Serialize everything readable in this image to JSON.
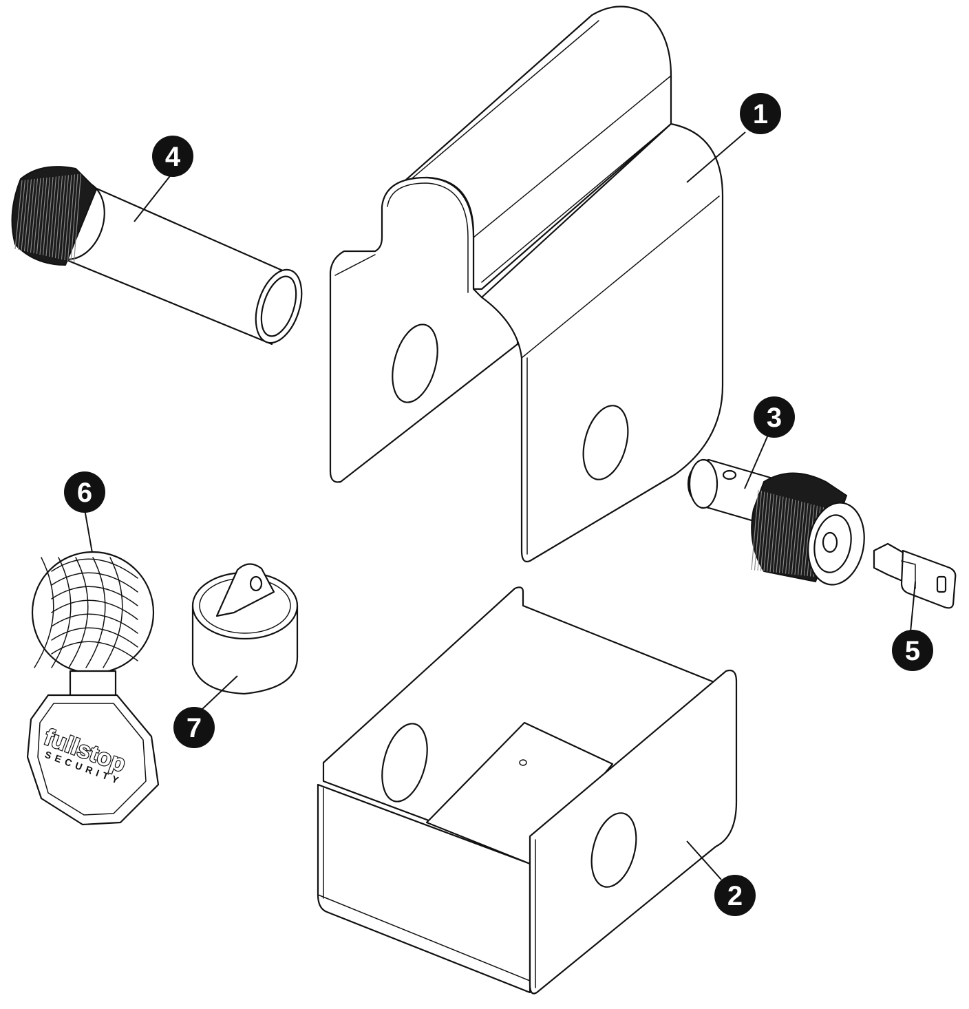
{
  "callouts": [
    {
      "id": "part-1",
      "label": "1"
    },
    {
      "id": "part-2",
      "label": "2"
    },
    {
      "id": "part-3",
      "label": "3"
    },
    {
      "id": "part-4",
      "label": "4"
    },
    {
      "id": "part-5",
      "label": "5"
    },
    {
      "id": "part-6",
      "label": "6"
    },
    {
      "id": "part-7",
      "label": "7"
    }
  ],
  "logo": {
    "brand": "fullstop",
    "tagline": "SECURITY"
  },
  "colors": {
    "line": "#111111",
    "callout_fill": "#111111",
    "callout_text": "#ffffff",
    "background": "#ffffff"
  }
}
